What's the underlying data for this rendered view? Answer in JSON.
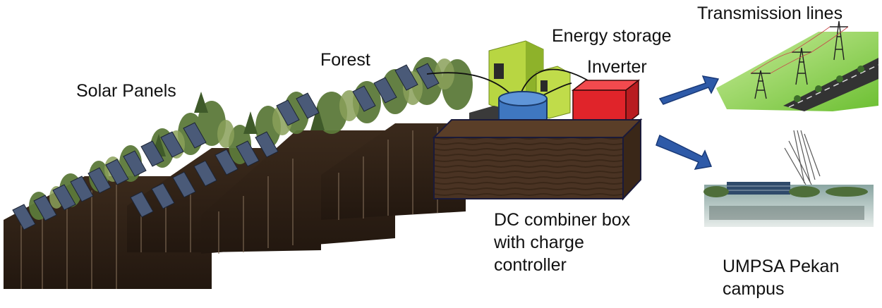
{
  "labels": {
    "solar_panels": "Solar Panels",
    "forest": "Forest",
    "energy_storage": "Energy storage",
    "inverter": "Inverter",
    "transmission_lines": "Transmission lines",
    "dc_combiner": [
      "DC combiner box",
      "with charge",
      "controller"
    ],
    "campus": [
      "UMPSA Pekan",
      "campus"
    ]
  },
  "colors": {
    "soil_dark": "#2d1f14",
    "soil_mid": "#4a3323",
    "panel": "#4a5a78",
    "tree": "#5c7a3a",
    "tree_light": "#8aa05a",
    "storage_blue": "#3f77c0",
    "inverter_red": "#e0242a",
    "arrow_blue": "#2e5aa8",
    "grass": "#8bd14a",
    "water": "#6f8c8a"
  }
}
